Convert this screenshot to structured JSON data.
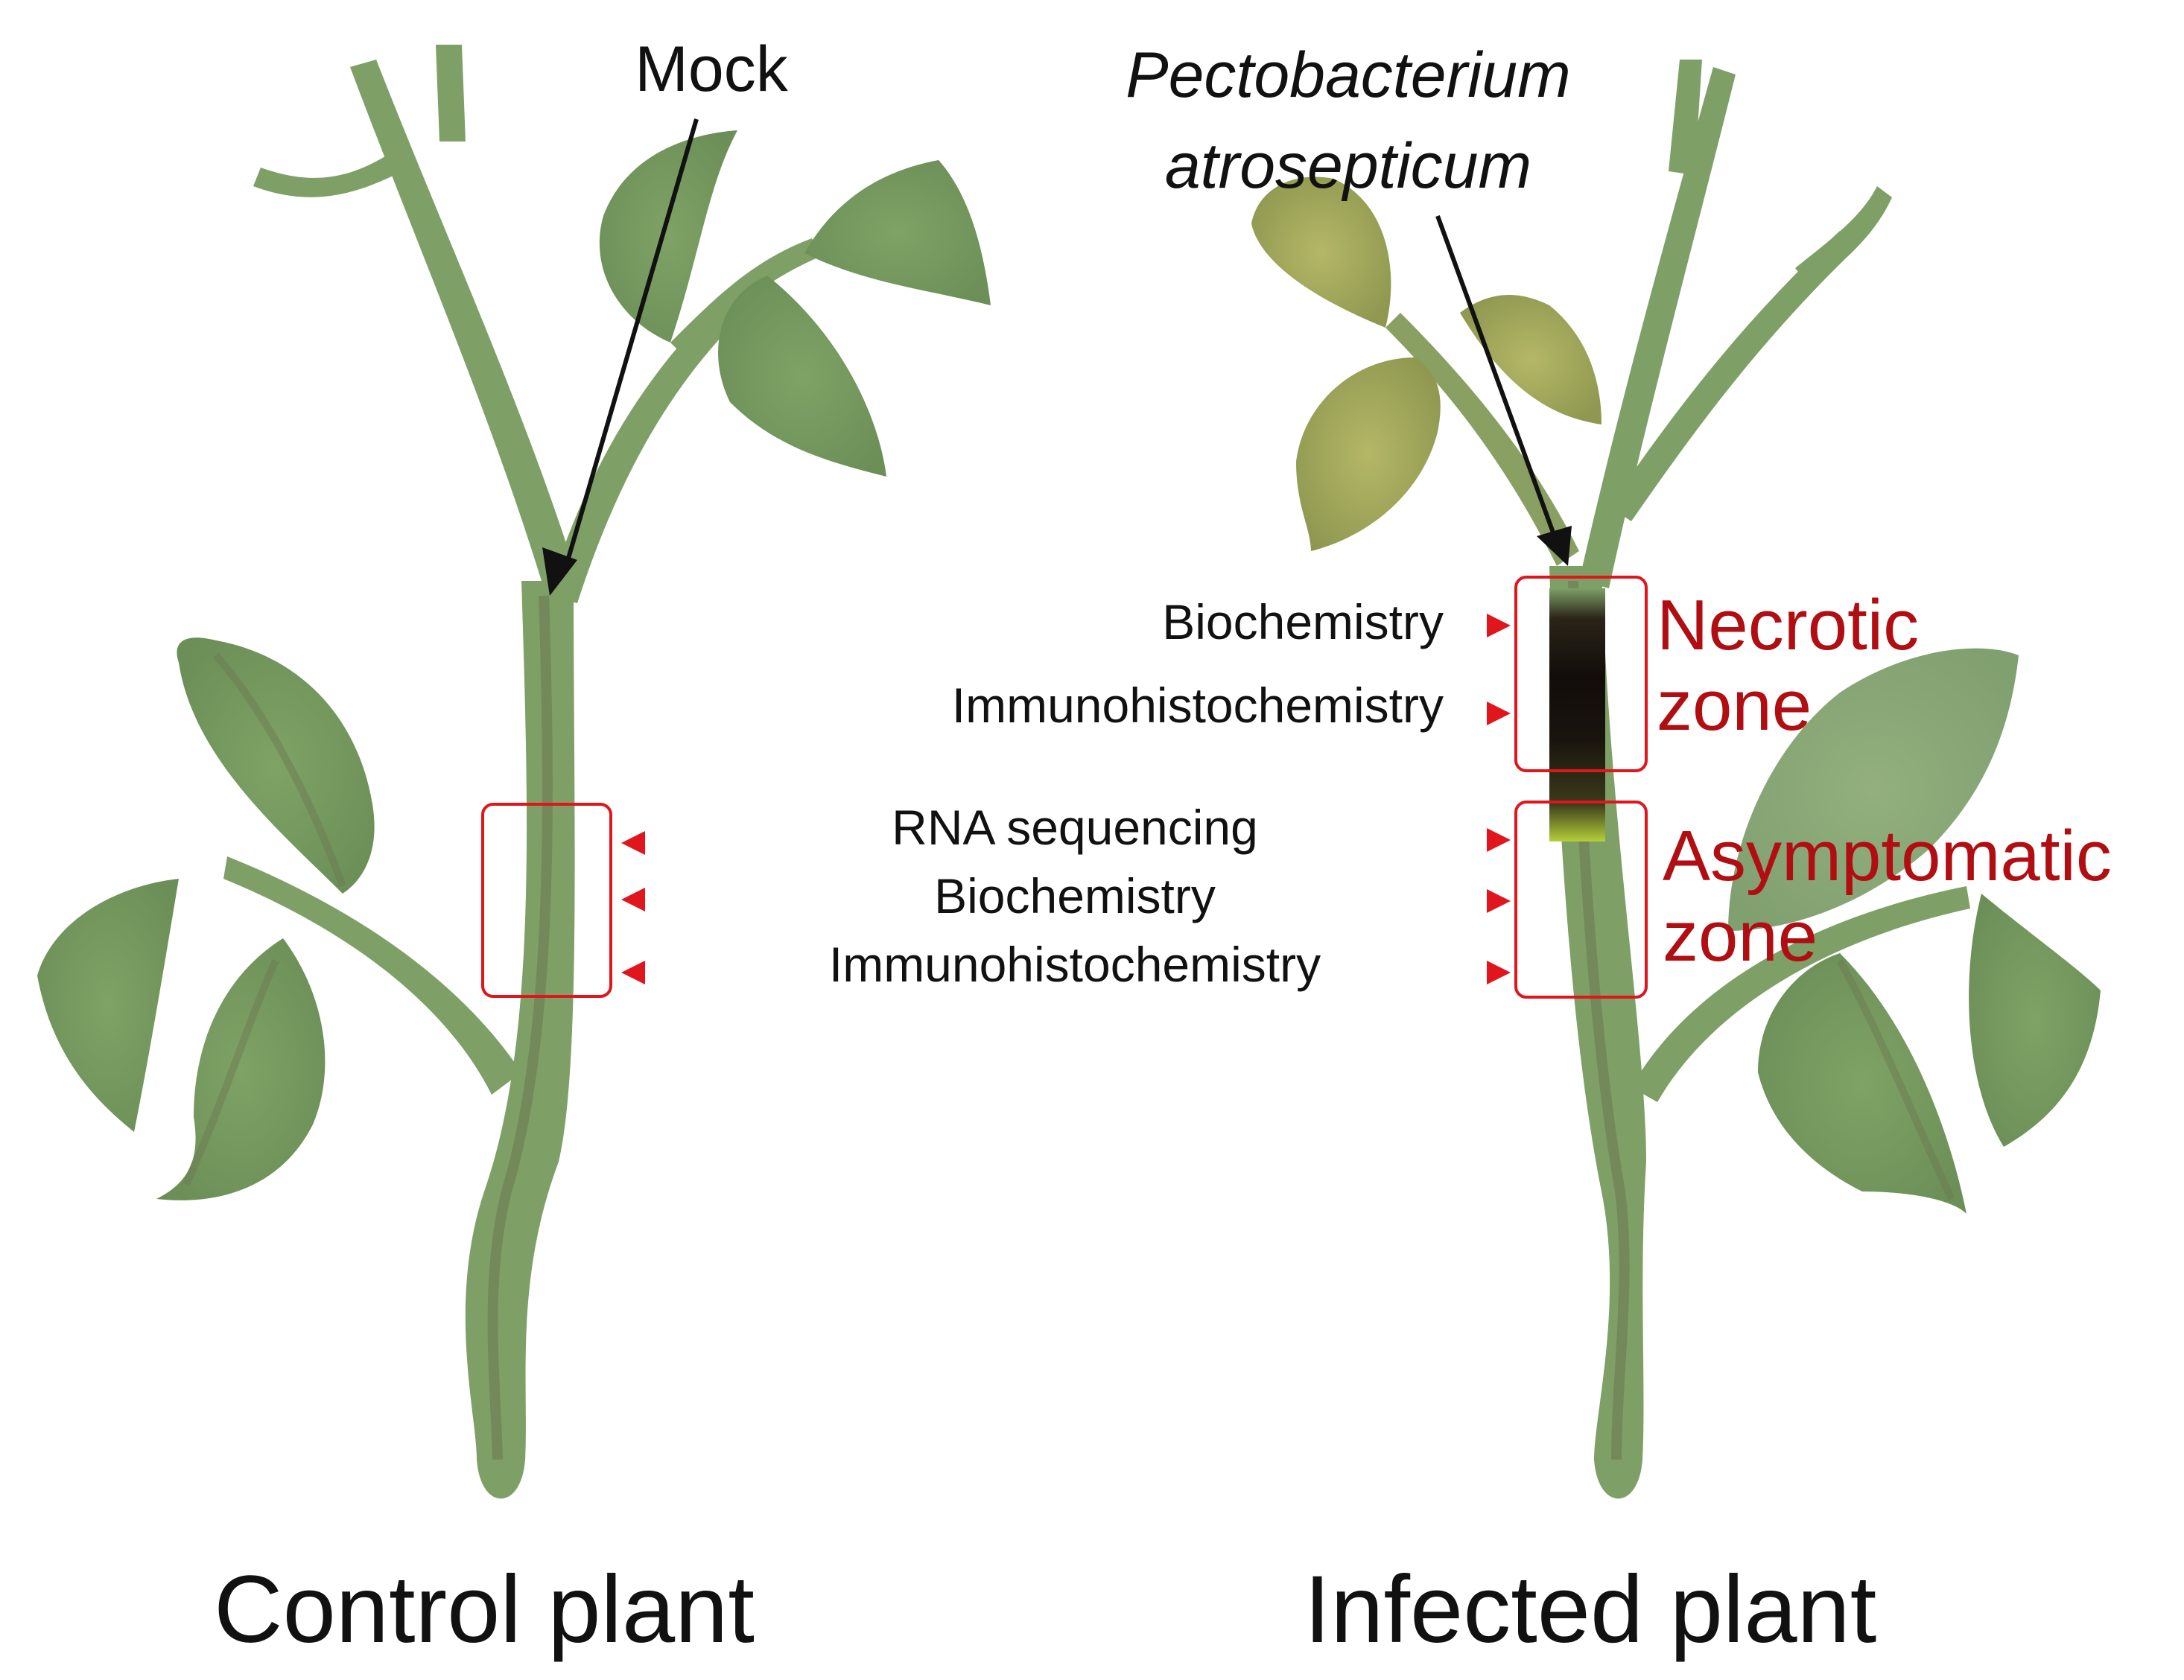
{
  "control": {
    "title": "Control plant",
    "treatment": "Mock",
    "sampling_methods": [
      "RNA sequencing",
      "Biochemistry",
      "Immunohistochemistry"
    ]
  },
  "infected": {
    "title": "Infected plant",
    "pathogen_line1": "Pectobacterium",
    "pathogen_line2": "atrosepticum",
    "necrotic_methods": [
      "Biochemistry",
      "Immunohistochemistry"
    ],
    "necrotic_zone_line1": "Necrotic",
    "necrotic_zone_line2": "zone",
    "asymptomatic_zone_line1": "Asymptomatic",
    "asymptomatic_zone_line2": "zone"
  },
  "colors": {
    "healthy_green": "#7ea067",
    "dark_vein": "#6e7a52",
    "wilted_leaf": "#a8ad5a",
    "necrosis": "#1a140f",
    "highlight_red": "#e0161c",
    "zone_label_red": "#b00e12"
  }
}
